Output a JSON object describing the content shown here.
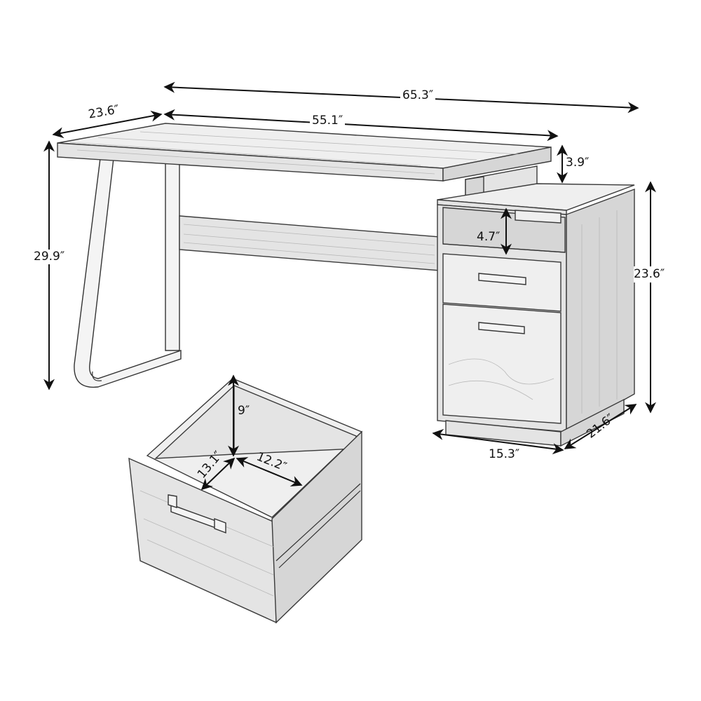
{
  "diagram": {
    "subject": "Computer desk with file cabinet",
    "unit_symbol": "″",
    "dimensions": {
      "overall_width": {
        "label": "65.3″",
        "value": 65.3,
        "unit": "in",
        "meaning": "total width incl. cabinet"
      },
      "desktop_width": {
        "label": "55.1″",
        "value": 55.1,
        "unit": "in",
        "meaning": "desktop width"
      },
      "desktop_depth": {
        "label": "23.6″",
        "value": 23.6,
        "unit": "in",
        "meaning": "desktop depth"
      },
      "desk_height": {
        "label": "29.9″",
        "value": 29.9,
        "unit": "in",
        "meaning": "overall desk height"
      },
      "top_gap": {
        "label": "3.9″",
        "value": 3.9,
        "unit": "in",
        "meaning": "gap between desktop and cabinet top"
      },
      "shelf_height": {
        "label": "4.7″",
        "value": 4.7,
        "unit": "in",
        "meaning": "open shelf height"
      },
      "cabinet_height": {
        "label": "23.6″",
        "value": 23.6,
        "unit": "in",
        "meaning": "cabinet height"
      },
      "cabinet_width": {
        "label": "15.3″",
        "value": 15.3,
        "unit": "in",
        "meaning": "cabinet width"
      },
      "cabinet_depth": {
        "label": "21.6″",
        "value": 21.6,
        "unit": "in",
        "meaning": "cabinet depth"
      },
      "drawer_height": {
        "label": "9″",
        "value": 9,
        "unit": "in",
        "meaning": "file drawer inner height"
      },
      "drawer_width": {
        "label": "13.1″",
        "value": 13.1,
        "unit": "in",
        "meaning": "file drawer inner width"
      },
      "drawer_depth": {
        "label": "12.2″",
        "value": 12.2,
        "unit": "in",
        "meaning": "file drawer inner depth"
      }
    },
    "parts": [
      "desktop",
      "metal-frame-leg",
      "stretcher-bar",
      "file-cabinet",
      "open-shelf",
      "top-drawer",
      "file-drawer",
      "detached-file-drawer"
    ]
  }
}
